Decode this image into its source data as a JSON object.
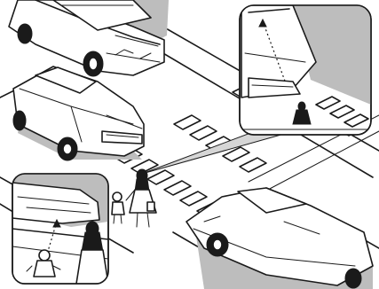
{
  "colors": {
    "ink": "#1a1a1a",
    "paper": "#ffffff",
    "shadow": "#bdbdbd",
    "sightline": "#d6d6d6"
  },
  "scene": {
    "items": [
      "intersection",
      "crosswalk",
      "parked-car-top",
      "parked-car-middle",
      "car-bottom-right",
      "mother-and-child",
      "sightline-cone",
      "inset-driver-view",
      "inset-pedestrian-view"
    ]
  }
}
